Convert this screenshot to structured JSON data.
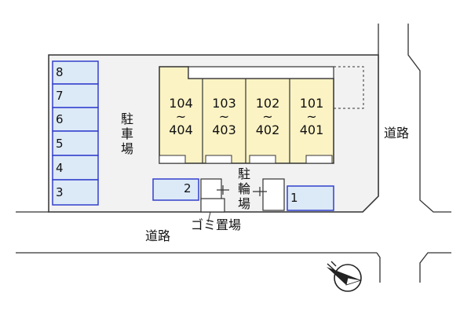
{
  "colors": {
    "road_line": "#333333",
    "site_border": "#333333",
    "site_fill": "#f2f2f2",
    "building_fill": "#fbf3c4",
    "parking_border": "#3340cc",
    "parking_fill": "#dce9f7"
  },
  "parking_left": [
    "8",
    "7",
    "6",
    "5",
    "4",
    "3"
  ],
  "parking_bottom": [
    "2",
    "1"
  ],
  "units": [
    {
      "top": "104",
      "tilde": "~",
      "bottom": "404"
    },
    {
      "top": "103",
      "tilde": "~",
      "bottom": "403"
    },
    {
      "top": "102",
      "tilde": "~",
      "bottom": "402"
    },
    {
      "top": "101",
      "tilde": "~",
      "bottom": "401"
    }
  ],
  "labels": {
    "car_parking": "駐車場",
    "bike_parking": "駐輪場",
    "garbage": "ゴミ置場",
    "road_bottom": "道路",
    "road_right": "道路"
  },
  "compass": {
    "icon": "north-arrow-icon"
  }
}
